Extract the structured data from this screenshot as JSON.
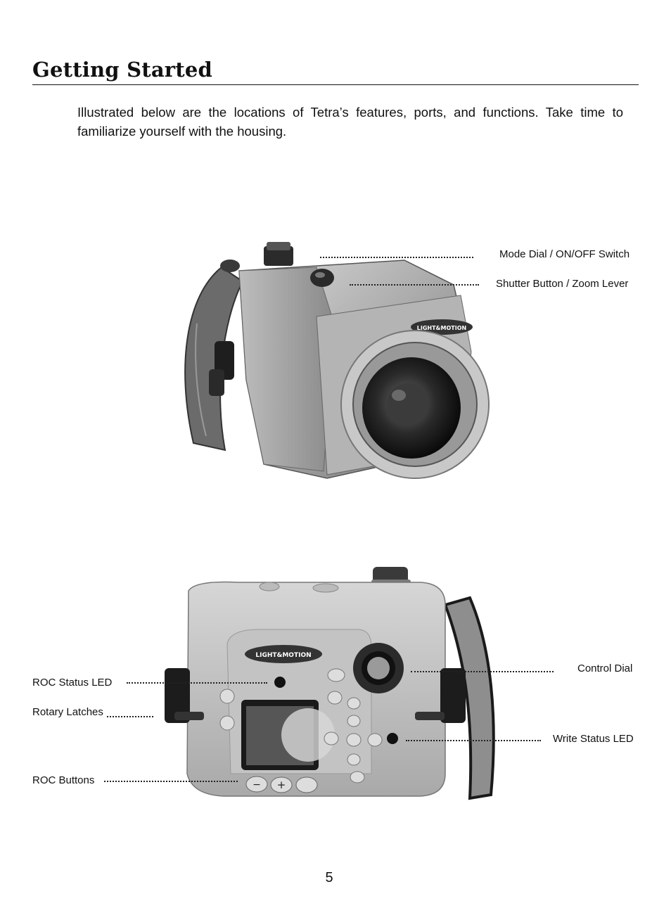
{
  "page": {
    "title": "Getting Started",
    "intro": "Illustrated below are the locations of Tetra’s features, ports, and functions. Take time to familiarize yourself with the housing.",
    "page_number": "5"
  },
  "front_photo": {
    "callouts": {
      "mode_dial": "Mode Dial / ON/OFF Switch",
      "shutter": "Shutter Button / Zoom Lever"
    },
    "logo_text": "LIGHT&MOTION"
  },
  "back_photo": {
    "callouts": {
      "roc_status_led": "ROC Status LED",
      "rotary_latches": "Rotary Latches",
      "roc_buttons": "ROC Buttons",
      "control_dial": "Control Dial",
      "write_status_led": "Write Status LED"
    },
    "logo_text": "LIGHT&MOTION"
  }
}
